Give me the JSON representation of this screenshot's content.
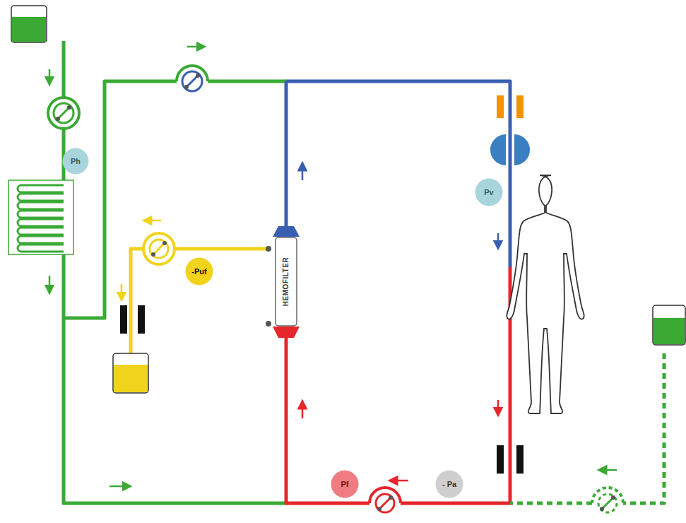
{
  "diagram": {
    "nodes": [
      {
        "text": [
          "Ph"
        ]
      },
      {
        "text": [
          "-Puf"
        ]
      },
      {
        "text": [
          "HEMOFILTER"
        ]
      },
      {
        "text": [
          "Pv"
        ]
      },
      {
        "text": [
          "Pf"
        ]
      },
      {
        "text": [
          "- Pa"
        ]
      }
    ]
  }
}
